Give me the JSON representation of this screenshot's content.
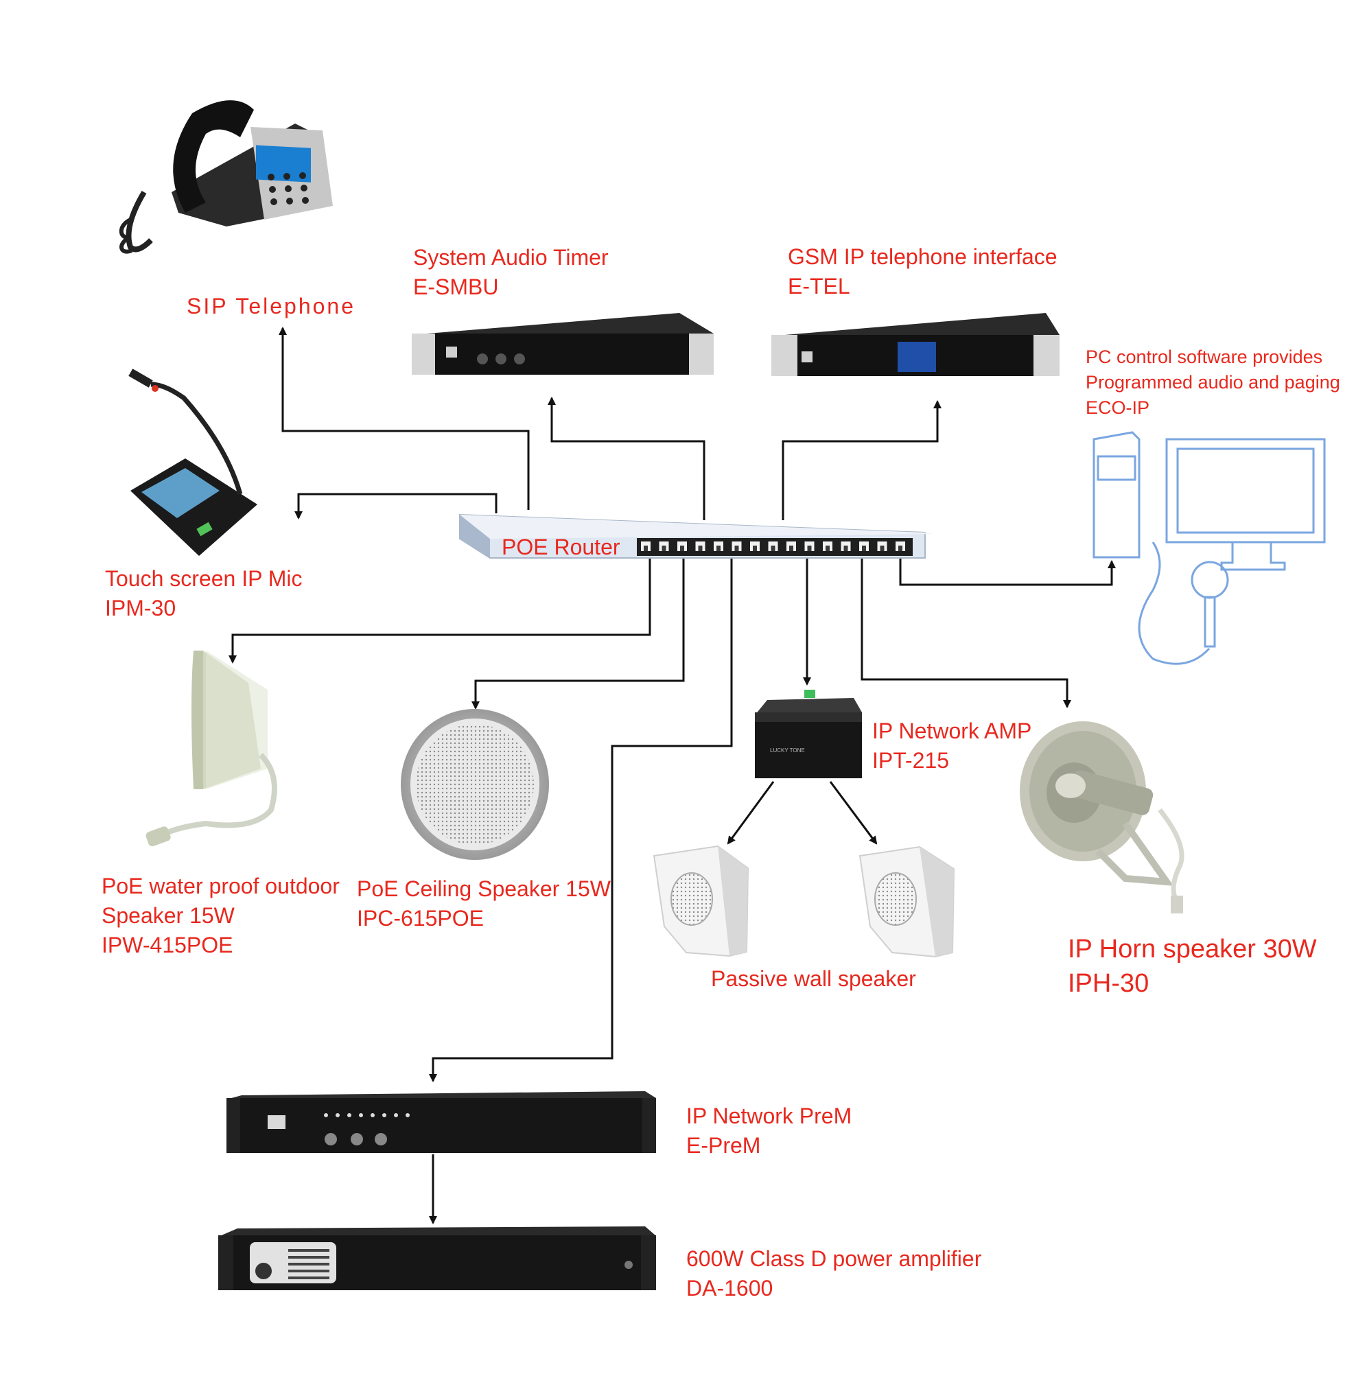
{
  "colors": {
    "label": "#e8281e",
    "line": "#111111",
    "router_port": "#3a3a3a",
    "pc_outline": "#7aa6e0",
    "rack_dark": "#1e1e1e",
    "rack_silver": "#d8d8d8"
  },
  "router": {
    "label": "POE Router",
    "port_count": 15
  },
  "devices": {
    "sip_phone": {
      "line1": "SIP Telephone"
    },
    "timer": {
      "line1": "System Audio Timer",
      "line2": "E-SMBU"
    },
    "gsm": {
      "line1": "GSM IP telephone interface",
      "line2": "E-TEL"
    },
    "pc": {
      "line1": "PC control software provides",
      "line2": "Programmed audio and paging",
      "line3": "ECO-IP"
    },
    "mic": {
      "line1": "Touch screen IP Mic",
      "line2": "IPM-30"
    },
    "outdoor": {
      "line1": "PoE water proof outdoor",
      "line2": "Speaker 15W",
      "line3": "IPW-415POE"
    },
    "ceiling": {
      "line1": "PoE Ceiling Speaker 15W",
      "line2": "IPC-615POE"
    },
    "amp": {
      "line1": "IP Network AMP",
      "line2": "IPT-215"
    },
    "wall": {
      "line1": "Passive wall speaker"
    },
    "horn": {
      "line1": "IP Horn speaker 30W",
      "line2": "IPH-30"
    },
    "prem": {
      "line1": "IP Network PreM",
      "line2": "E-PreM"
    },
    "poweramp": {
      "line1": "600W Class D power amplifier",
      "line2": "DA-1600"
    }
  }
}
